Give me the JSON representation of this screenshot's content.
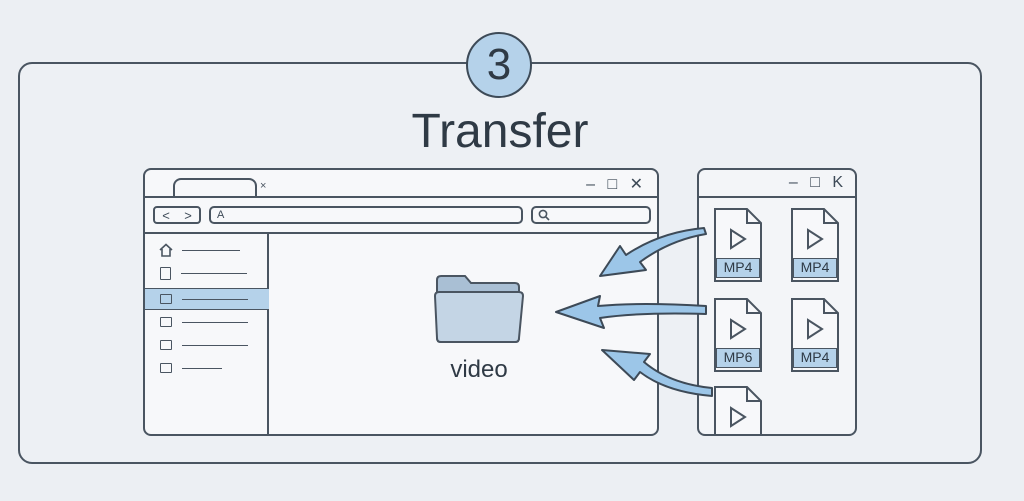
{
  "step": {
    "number": "3",
    "title": "Transfer"
  },
  "browser": {
    "window_controls": "– □ ✕",
    "tab_close": "×",
    "nav_back": "<",
    "nav_forward": ">",
    "address_text": "A",
    "search_icon": "search-icon",
    "sidebar_items": [
      {
        "icon": "home-icon"
      },
      {
        "icon": "file-icon"
      },
      {
        "icon": "folder-icon",
        "selected": true
      },
      {
        "icon": "folder-icon"
      },
      {
        "icon": "folder-icon"
      },
      {
        "icon": "folder-icon"
      }
    ],
    "folder": {
      "label": "video",
      "icon": "folder-icon"
    }
  },
  "file_window": {
    "window_controls": "– □ K",
    "files": [
      {
        "label": "MP4",
        "icon": "play-icon"
      },
      {
        "label": "MP4",
        "icon": "play-icon"
      },
      {
        "label": "MP6",
        "icon": "play-icon"
      },
      {
        "label": "MP4",
        "icon": "play-icon"
      },
      {
        "label": "",
        "icon": "play-icon"
      }
    ]
  },
  "colors": {
    "accent": "#b5d2ea",
    "stroke": "#4a5561",
    "arrow": "#9cc6e8"
  }
}
